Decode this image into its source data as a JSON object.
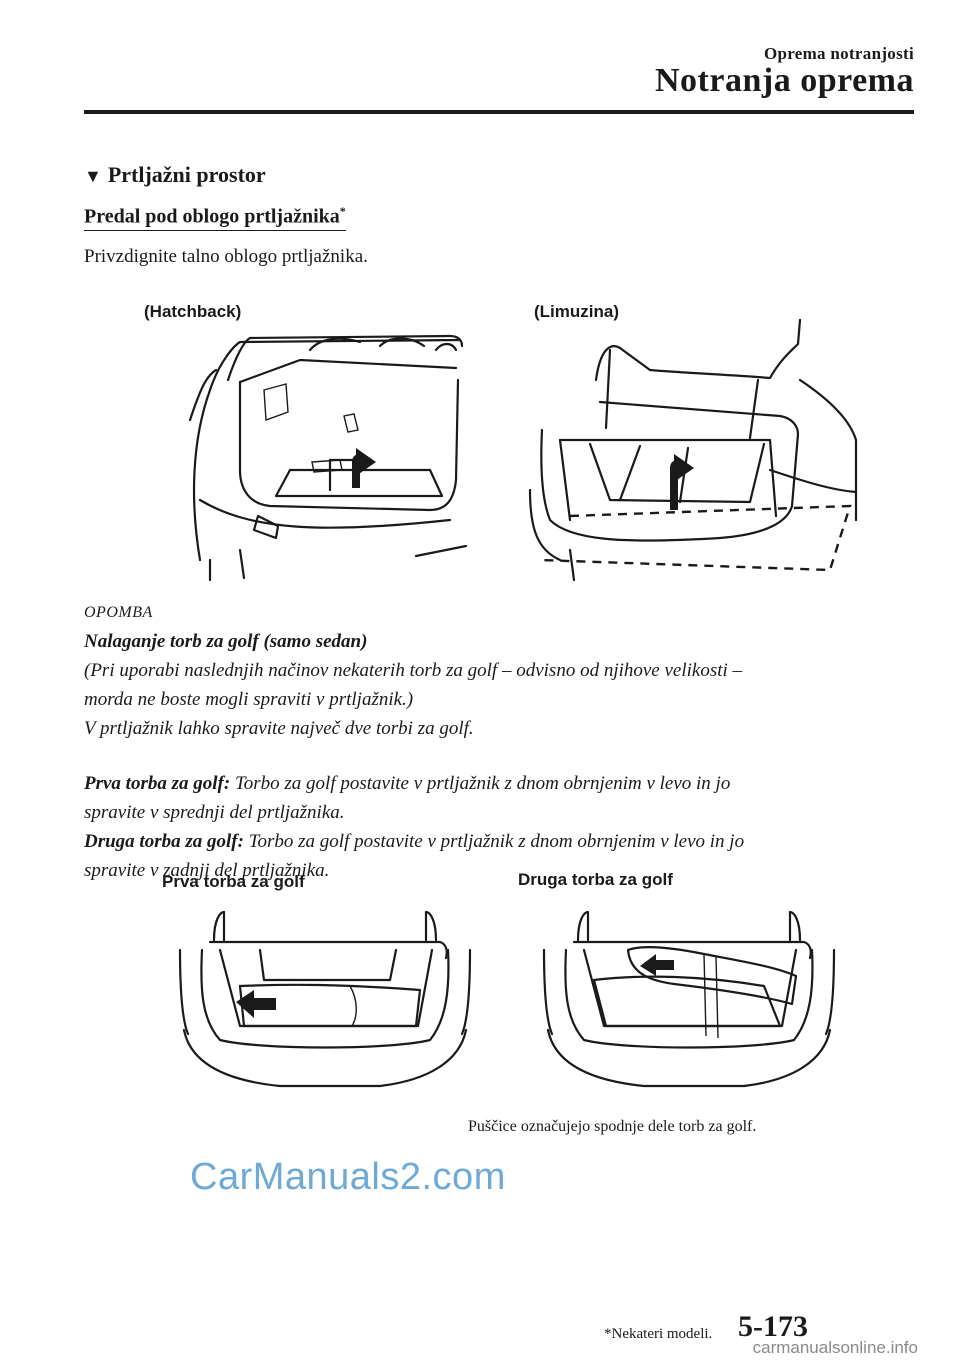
{
  "header": {
    "section": "Oprema notranjosti",
    "title": "Notranja oprema"
  },
  "section_heading": "Prtljažni prostor",
  "subheading": "Predal pod oblogo prtljažnika",
  "subheading_mark": "*",
  "intro": "Privzdignite talno oblogo prtljažnika.",
  "figure1": {
    "label_left": "(Hatchback)",
    "label_right": "(Limuzina)"
  },
  "note": {
    "title": "OPOMBA",
    "heading": "Nalaganje torb za golf (samo sedan)",
    "line1": "(Pri uporabi naslednjih načinov nekaterih torb za golf – odvisno od njihove velikosti –",
    "line2": "morda ne boste mogli spraviti v prtljažnik.)",
    "line3": "V prtljažnik lahko spravite največ dve torbi za golf.",
    "first_label": "Prva torba za golf:",
    "first_text_a": " Torbo za golf postavite v prtljažnik z dnom obrnjenim v levo in jo",
    "first_text_b": "spravite v sprednji del prtljažnika.",
    "second_label": "Druga torba za golf:",
    "second_text_a": " Torbo za golf postavite v prtljažnik z dnom obrnjenim v levo in jo",
    "second_text_b": "spravite v zadnji del prtljažnika."
  },
  "figure2": {
    "label_left": "Prva torba za golf",
    "label_right": "Druga torba za golf",
    "caption": "Puščice označujejo spodnje dele torb za golf."
  },
  "watermark": "CarManuals2.com",
  "footer": {
    "footnote": "*Nekateri modeli.",
    "page": "5-173",
    "site": "carmanualsonline.info"
  }
}
